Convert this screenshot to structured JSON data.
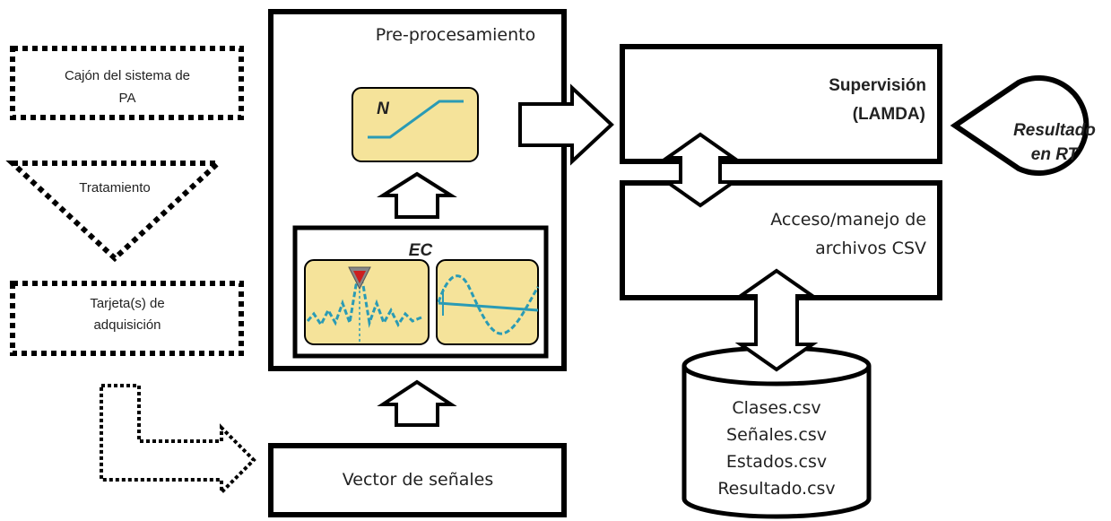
{
  "left_column": {
    "box1_line1": "Cajón del sistema de",
    "box1_line2": "PA",
    "triangle_label": "Tratamiento",
    "box2_line1": "Tarjeta(s) de",
    "box2_line2": "adquisición"
  },
  "preprocessing": {
    "title": "Pre-procesamiento",
    "n_label": "N",
    "ec_label": "EC"
  },
  "vector_box": {
    "label": "Vector de señales"
  },
  "supervision": {
    "line1": "Supervisión",
    "line2": "(LAMDA)"
  },
  "result": {
    "line1": "Resultado",
    "line2": "en RT"
  },
  "csv_box": {
    "line1": "Acceso/manejo de",
    "line2": "archivos CSV"
  },
  "database": {
    "files": [
      "Clases.csv",
      "Señales.csv",
      "Estados.csv",
      "Resultado.csv"
    ]
  },
  "colors": {
    "panel_fill": "#f5e39a",
    "signal": "#2a9bb5",
    "marker": "#cc1f1f",
    "stroke": "#000000"
  }
}
